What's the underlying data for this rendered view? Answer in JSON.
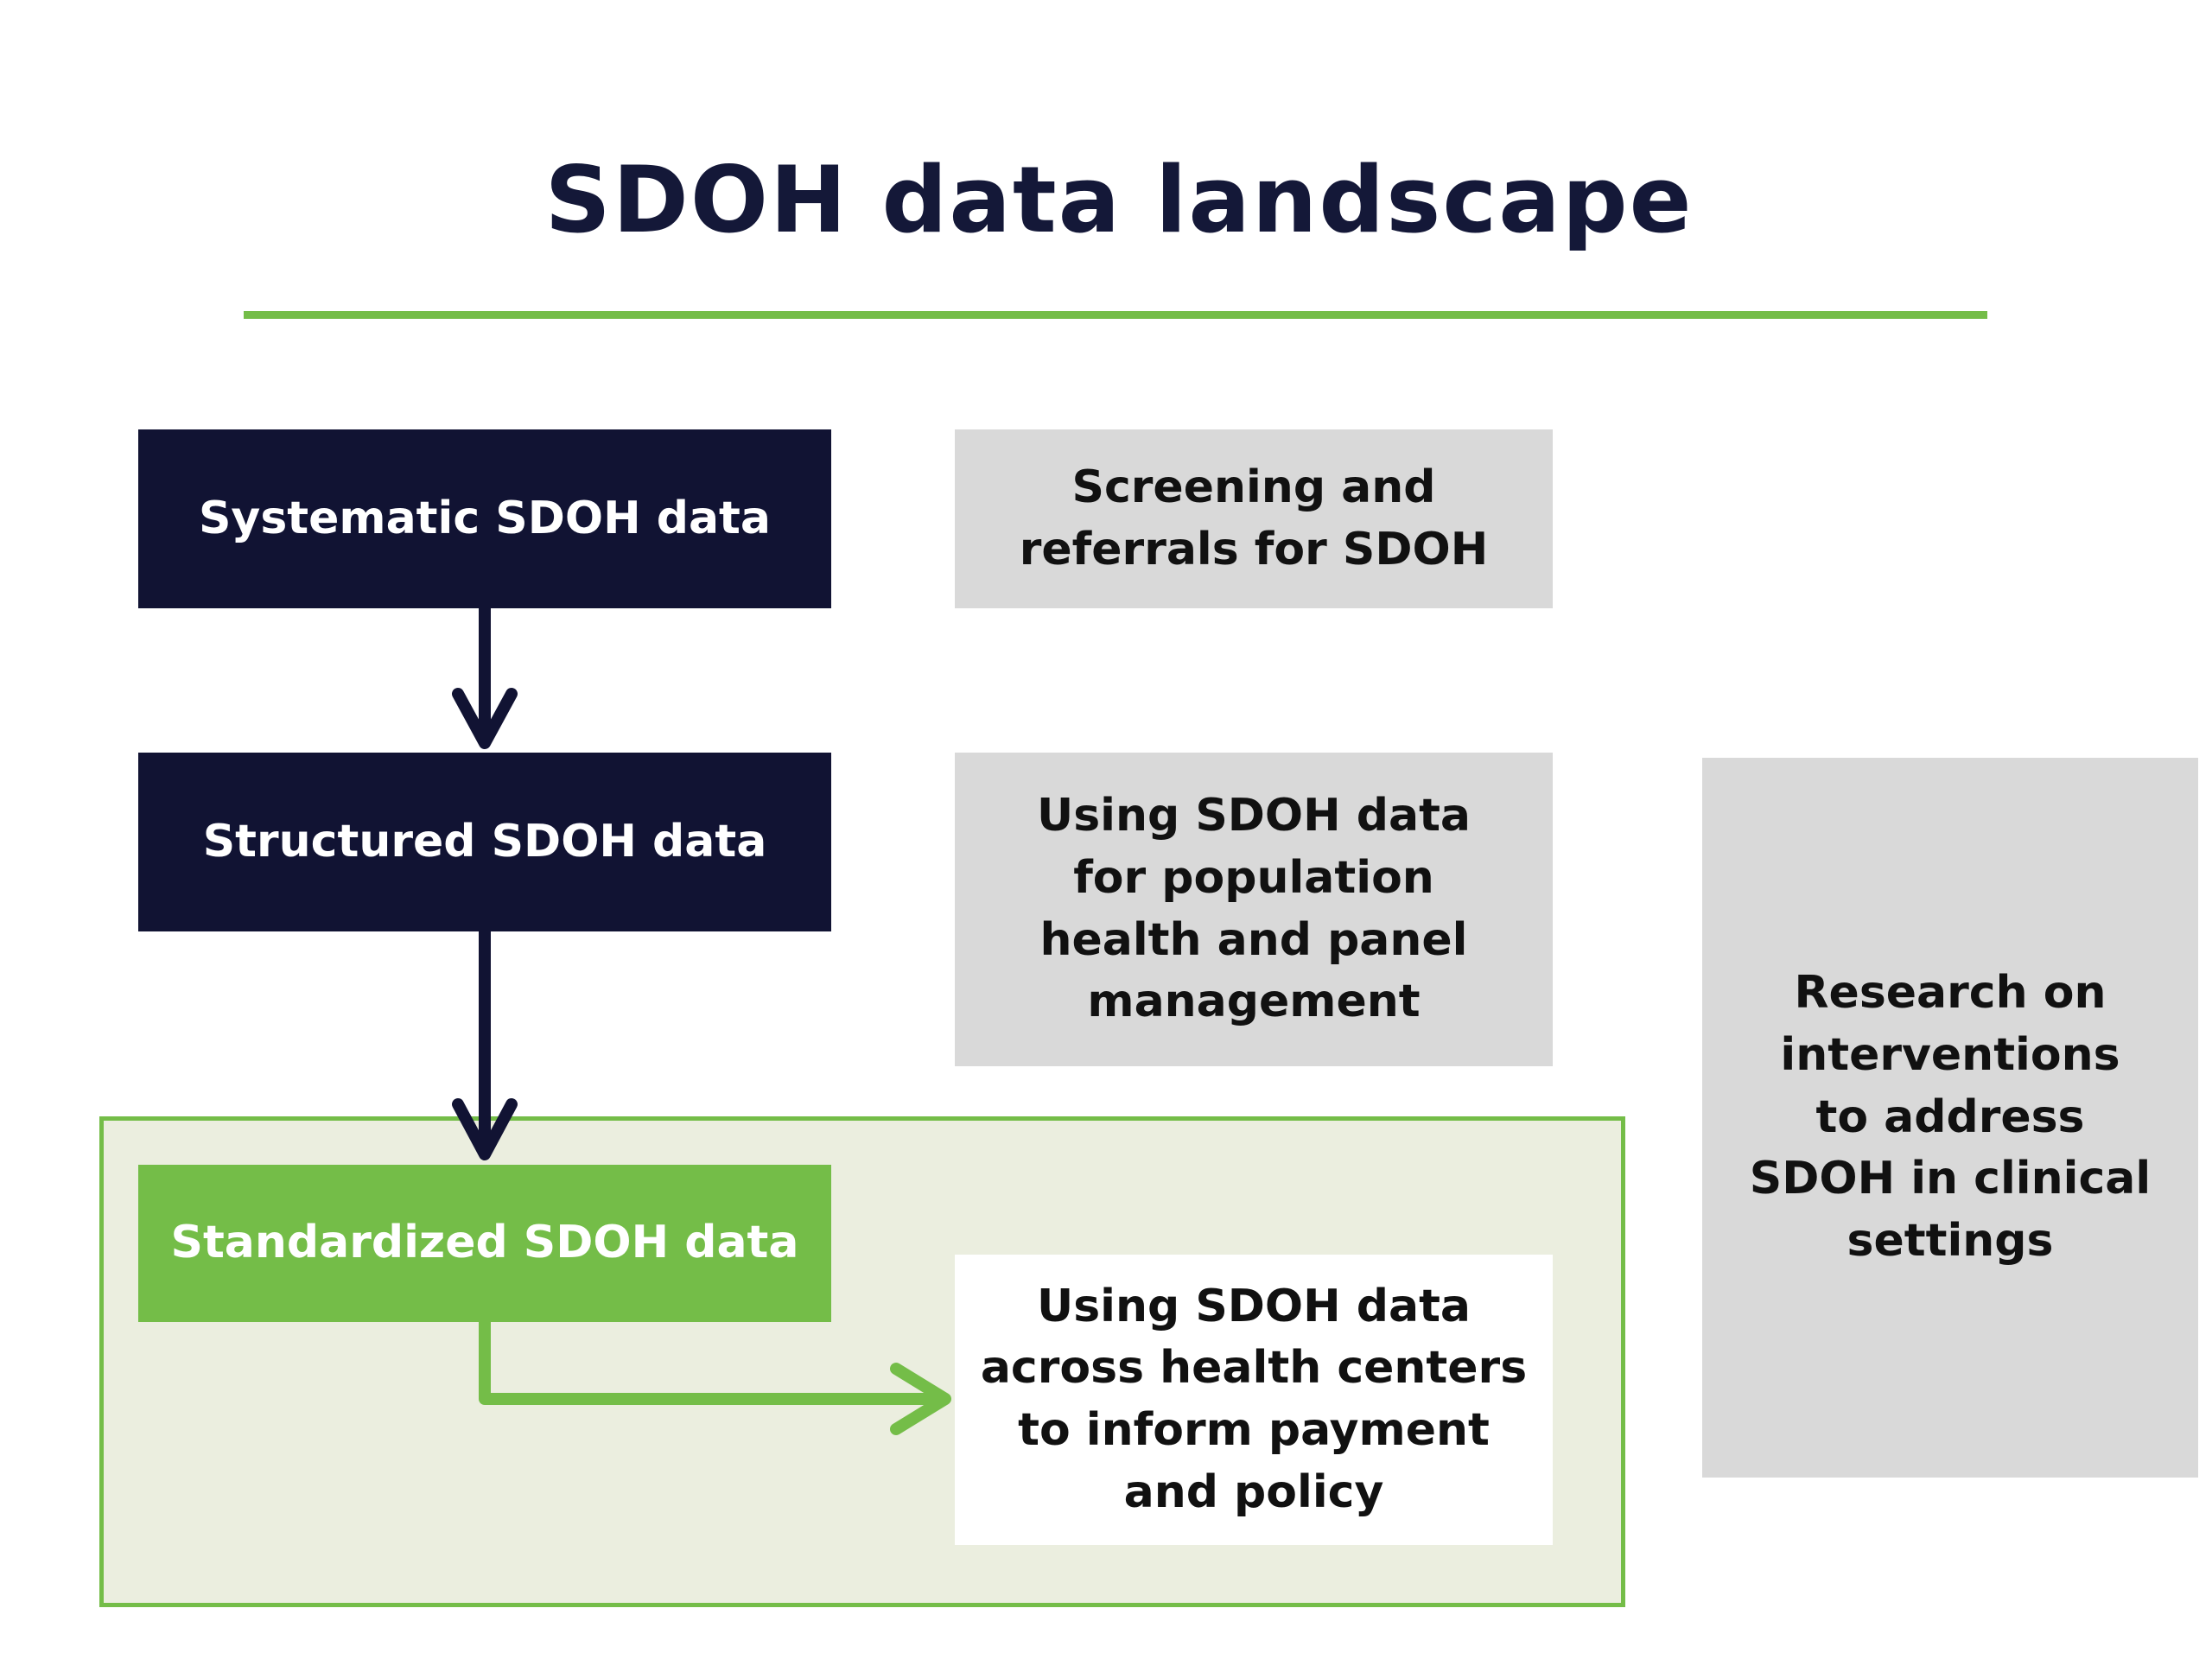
{
  "title": "SDOH data landscape",
  "colors": {
    "navy": "#111333",
    "green": "#74bd48",
    "gray": "#d9d9d9",
    "light_green": "#ebeedf"
  },
  "flow": {
    "systematic": "Systematic SDOH data",
    "structured": "Structured SDOH data",
    "standardized": "Standardized SDOH data"
  },
  "uses": {
    "screening": "Screening and referrals for SDOH",
    "population": "Using SDOH data for population health and panel management",
    "across_centers": "Using SDOH data across health centers to inform payment and policy",
    "research": "Research on interventions to address SDOH in clinical settings"
  }
}
